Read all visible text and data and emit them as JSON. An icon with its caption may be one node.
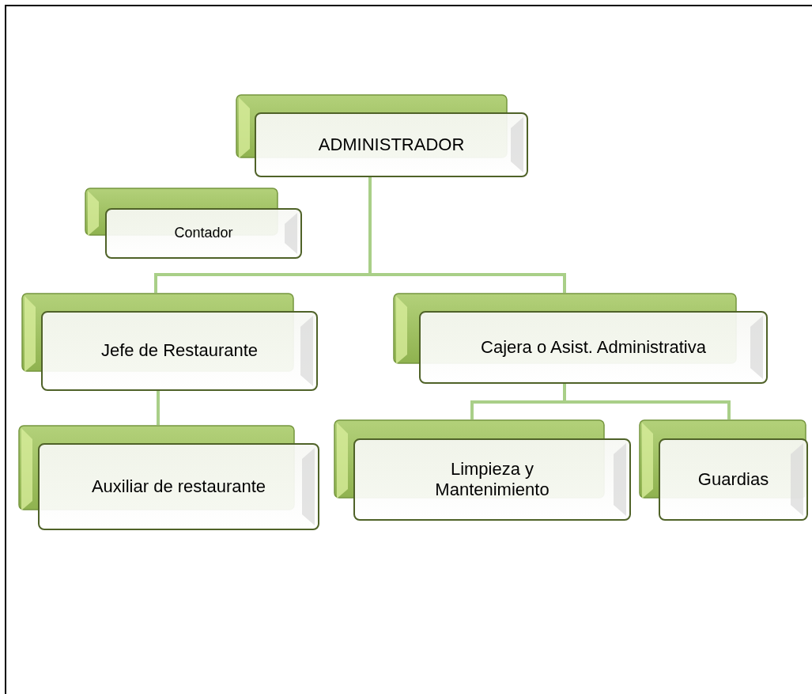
{
  "diagram": {
    "nodes": [
      {
        "text": [
          "ADMINISTRADOR"
        ]
      },
      {
        "text": [
          "Contador"
        ]
      },
      {
        "text": [
          "Jefe de Restaurante"
        ]
      },
      {
        "text": [
          "Cajera o Asist. Administrativa"
        ]
      },
      {
        "text": [
          "Auxiliar de restaurante"
        ]
      },
      {
        "text": [
          "Limpieza y Mantenimiento"
        ]
      },
      {
        "text": [
          "Guardias"
        ]
      }
    ],
    "edges": [
      {
        "from": 0,
        "to": 2,
        "arrow": "none"
      },
      {
        "from": 0,
        "to": 3,
        "arrow": "none"
      },
      {
        "from": 2,
        "to": 4,
        "arrow": "none"
      },
      {
        "from": 3,
        "to": 5,
        "arrow": "none"
      },
      {
        "from": 3,
        "to": 6,
        "arrow": "none"
      }
    ]
  }
}
